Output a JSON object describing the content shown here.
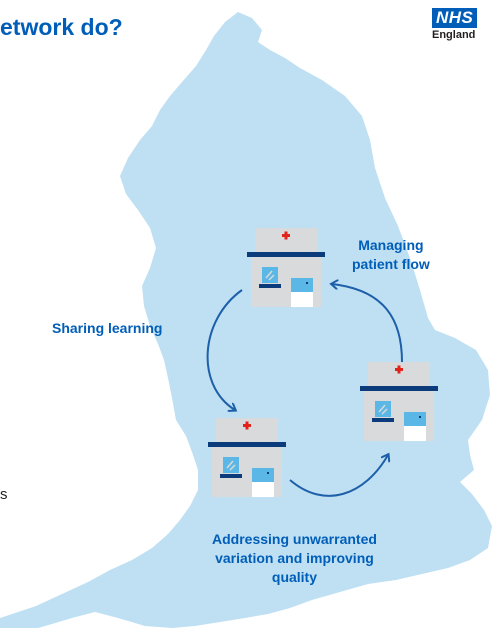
{
  "header": {
    "title": "etwork do?"
  },
  "logo": {
    "brand": "NHS",
    "region": "England"
  },
  "labels": {
    "managing": [
      "Managing",
      "patient flow"
    ],
    "sharing": "Sharing learning",
    "addressing": [
      "Addressing unwarranted",
      "variation and improving",
      "quality"
    ]
  },
  "side_text": "s",
  "colors": {
    "accent": "#005eb8",
    "map_fill": "#bfe0f3",
    "hospital_body": "#d9dadb",
    "cross": "#e2231a",
    "arrow": "#1d5fa8"
  },
  "icons": [
    "hospital-icon",
    "hospital-icon",
    "hospital-icon"
  ]
}
